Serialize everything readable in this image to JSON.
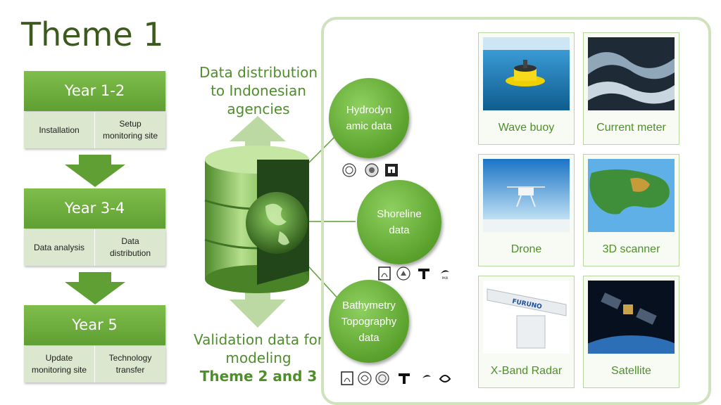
{
  "title": "Theme 1",
  "timeline": [
    {
      "year": "Year 1-2",
      "left": "Installation",
      "right": "Setup\nmonitoring site"
    },
    {
      "year": "Year 3-4",
      "left": "Data analysis",
      "right": "Data\ndistribution"
    },
    {
      "year": "Year 5",
      "left": "Update\nmonitoring site",
      "right": "Technology\ntransfer"
    }
  ],
  "top_label": "Data distribution\nto Indonesian\nagencies",
  "bottom_label": "Validation data\nfor modeling",
  "bottom_label_bold": "Theme 2 and 3",
  "bubbles": [
    "Hydrodyn\namic data",
    "Shoreline\ndata",
    "Bathymetry\nTopography\ndata"
  ],
  "cards": [
    "Wave buoy",
    "Current meter",
    "Drone",
    "3D scanner",
    "X-Band Radar",
    "Satellite"
  ],
  "logo_text": {
    "furuno": "FURUNO",
    "pari": "PARI"
  },
  "colors": {
    "title": "#3c5a1e",
    "accent": "#5f9f33",
    "label": "#4e8f2a",
    "sub_bg": "#dbe8cf",
    "panel_border": "#cfe1bd"
  }
}
